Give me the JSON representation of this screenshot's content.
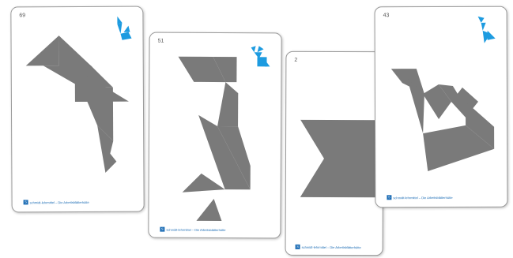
{
  "colors": {
    "silhouette": "#7a7a7a",
    "icon": "#1d9be0",
    "footer_text": "#1b6cb5"
  },
  "cards": [
    {
      "number": "69",
      "icon": "heron-icon",
      "footer_text": "schmidt-lehrmittel – Die Arbeitsblätterhütte"
    },
    {
      "number": "51",
      "icon": "rabbit-icon",
      "footer_text": "schmidt-lehrmittel – Die Arbeitsblätterhütte"
    },
    {
      "number": "2",
      "icon": "",
      "footer_text": "schmidt-lehrmittel – Die Arbeitsblätterhütte"
    },
    {
      "number": "43",
      "icon": "deer-icon",
      "footer_text": "schmidt-lehrmittel – Die Arbeitsblätterhütte"
    }
  ]
}
